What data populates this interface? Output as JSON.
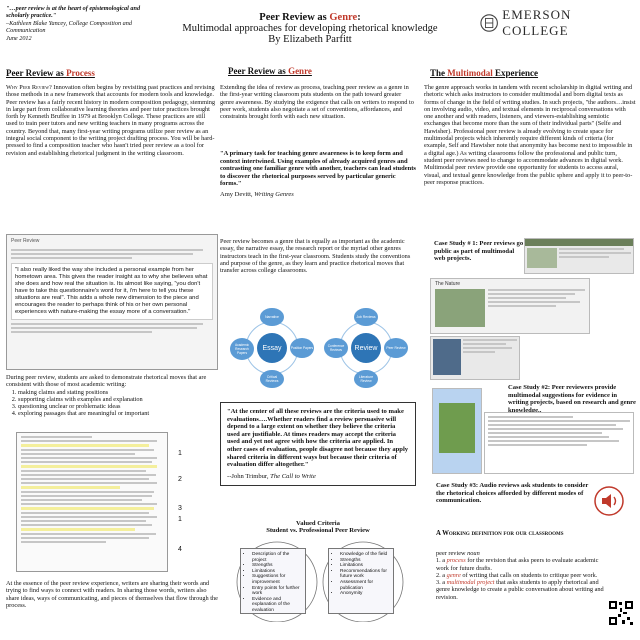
{
  "header": {
    "quote_line1": "\"…peer review is at the heart of epistemological and scholarly practice.\"",
    "quote_attrib": "–Kathleen Blake Yancey, College Composition and Communication",
    "quote_date": "June 2012",
    "title_prefix": "Peer Review as ",
    "title_accent": "Genre",
    "title_suffix": ":",
    "subtitle": "Multimodal approaches for developing rhetorical knowledge",
    "author": "By Elizabeth Parfitt",
    "logo_text": "EMERSON COLLEGE"
  },
  "col1": {
    "heading_prefix": "Peer Review as ",
    "heading_accent": "Process",
    "intro_lead": "Why Peer Review?",
    "intro": " Innovation often begins by revisiting past practices and revising those methods in a new framework that accounts for modern tools and knowledge. Peer review has a fairly recent history in modern composition pedagogy, stemming in large part from collaborative learning theories and peer tutor practices brought forth by Kenneth Bruffee in 1979 at Brooklyn College. These practices are still used to train peer tutors and new writing teachers in many programs across the country. Beyond that, many first-year writing programs utilize peer review as an integral social component to the writing project drafting process. You will be hard-pressed to find a composition teacher who hasn't tried peer review as a tool for revision and establishing rhetorical judgment in the writing classroom.",
    "panel_title": "Peer Review",
    "panel_quote": "\"I also really liked the way she included a personal example from her hometown area. This gives the reader insight as to why she believes what she does and how real the situation is. Its almost like saying, “you don't have to take this questionnaire's word for it, i'm here to tell you these situations are real\". This adds a whole new dimension to the piece and encourages the reader to perhaps think of his or her own personal experiences with nature-making the essay more of a conversation.\"",
    "during_text": "During peer review, students are asked to demonstrate rhetorical moves that are consistent with those of most academic writing:",
    "moves": [
      "making claims and stating positions",
      "supporting claims with examples and explanation",
      "questioning unclear or problematic ideas",
      "exploring passages that are meaningful or important"
    ],
    "doc_numbers": [
      "1",
      "2",
      "3",
      "1",
      "4"
    ],
    "essence_text": "At the essence of the peer review experience, writers are sharing their words and trying to find ways to connect with readers. In sharing those words, writers also share ideas, ways of communicating, and pieces of themselves that flow through the process."
  },
  "col2": {
    "heading_prefix": "Peer Review as ",
    "heading_accent": "Genre",
    "intro": "Extending the idea of review as process, teaching peer review as a genre in the first-year writing classroom puts students on the path toward greater genre awareness. By studying the exigence that calls on writers to respond to peer work, students also negotiate a set of conventions, affordances, and constraints brought forth with each new situation.",
    "quote1": "\"A primary task for teaching genre awareness is to keep form and context intertwined. Using examples of already acquired genres and contrasting one familiar genre with another, teachers can lead students to discover the rhetorical purposes served by particular generic forms.\"",
    "quote1_attrib": "Amy Devitt, ",
    "quote1_source": "Writing Genres",
    "genre_text": "Peer review becomes a genre that is equally as important as the academic essay, the narrative essay, the research report or the myriad other genres instructors teach in the first-year classroom. Students study the conventions and purpose of the genre, as they learn and practice rhetorical moves that transfer across college classrooms.",
    "diagram_left_center": "Essay",
    "diagram_right_center": "Review",
    "diagram_left_sat": [
      "Narrative",
      "Academic Research Papers",
      "Position Papers",
      "Critical Reviews"
    ],
    "diagram_right_sat": [
      "Job Reviews",
      "Conference Reviews",
      "Peer Review",
      "Literature Review"
    ],
    "quote2": "\"At the center of all these reviews are the criteria used to make evaluations….Whether readers find a review persuasive will depend to a large extent on whether they believe the criteria used are justifiable. At times readers may accept the criteria used and yet not agree with how the criteria are applied. In other cases of evaluation, people disagree not because they apply shared criteria in different ways but because their criteria of evaluation differ altogether.\"",
    "quote2_attrib": "--John Trimbur, ",
    "quote2_source": "The Call to Write",
    "vb_title_1": "Valued Criteria",
    "vb_title_2": "Student vs. Professional Peer Review",
    "vb_left": [
      "Description of the project",
      "Strengths",
      "Limitations",
      "Suggestions for improvement",
      "Entry points for further work",
      "Evidence and explanation of the evaluation"
    ],
    "vb_right": [
      "Knowledge of the field",
      "Strengths",
      "Limitations",
      "Recommendations for future work",
      "Assessment for publication",
      "Anonymity"
    ]
  },
  "col3": {
    "heading_prefix": "The ",
    "heading_accent": "Multimodal",
    "heading_suffix": " Experience",
    "intro": "The genre approach works in tandem with recent scholarship in digital writing and rhetoric which asks instructors to consider multimodal and born digital texts as forms of change in the field of writing studies. In such projects, \"the authors…insist on involving audio, video, and textual elements in reciprocal conversations with one another and with readers, listeners, and viewers-establishing semiotic exchanges that become more than the sum of their individual parts\" (Selfe and Hawisher). Professional peer review is already evolving to create space for multimodal projects which inherently require different kinds of criteria (for example, Self and Hawisher note that anonymity has become next to impossible in a digital age.) As writing classrooms follow the professional and public turn, student peer reviews need to change to accommodate advances in digital work. Multimodal peer review provide one opportunity for students to access aural, visual, and textual genre knowledge from the public sphere and apply it to peer-to-peer response practices.",
    "case1": "Case Study # 1: Peer reviews go public as part of multimodal web projects.",
    "case2": "Case Study #2: Peer reviewers provide multimodal suggestions for evidence in writing projects, based on research and genre knowledge..",
    "case3": "Case Study #3: Audio reviews ask students to consider the rhetorical choices afforded by different modes of communication.",
    "def_heading": "A Working definition for our classrooms",
    "def_word": "peer review",
    "def_pos": " noun",
    "def1_pre": "1. a ",
    "def1_key": "process",
    "def1_post": " for the revision that asks peers to evaluate academic work for future drafts.",
    "def2_pre": "2. a ",
    "def2_key": "genre",
    "def2_post": " of writing that calls on students to critique peer work.",
    "def3_pre": "3. a ",
    "def3_key": "multimodal project",
    "def3_post": " that asks students to apply rhetorical and genre knowledge to create a public conversation about writing and revision.",
    "web_title": "The Nature"
  },
  "colors": {
    "accent": "#c0392b",
    "circle_blue": "#2e75b6",
    "circle_light": "#9cc3e6"
  }
}
